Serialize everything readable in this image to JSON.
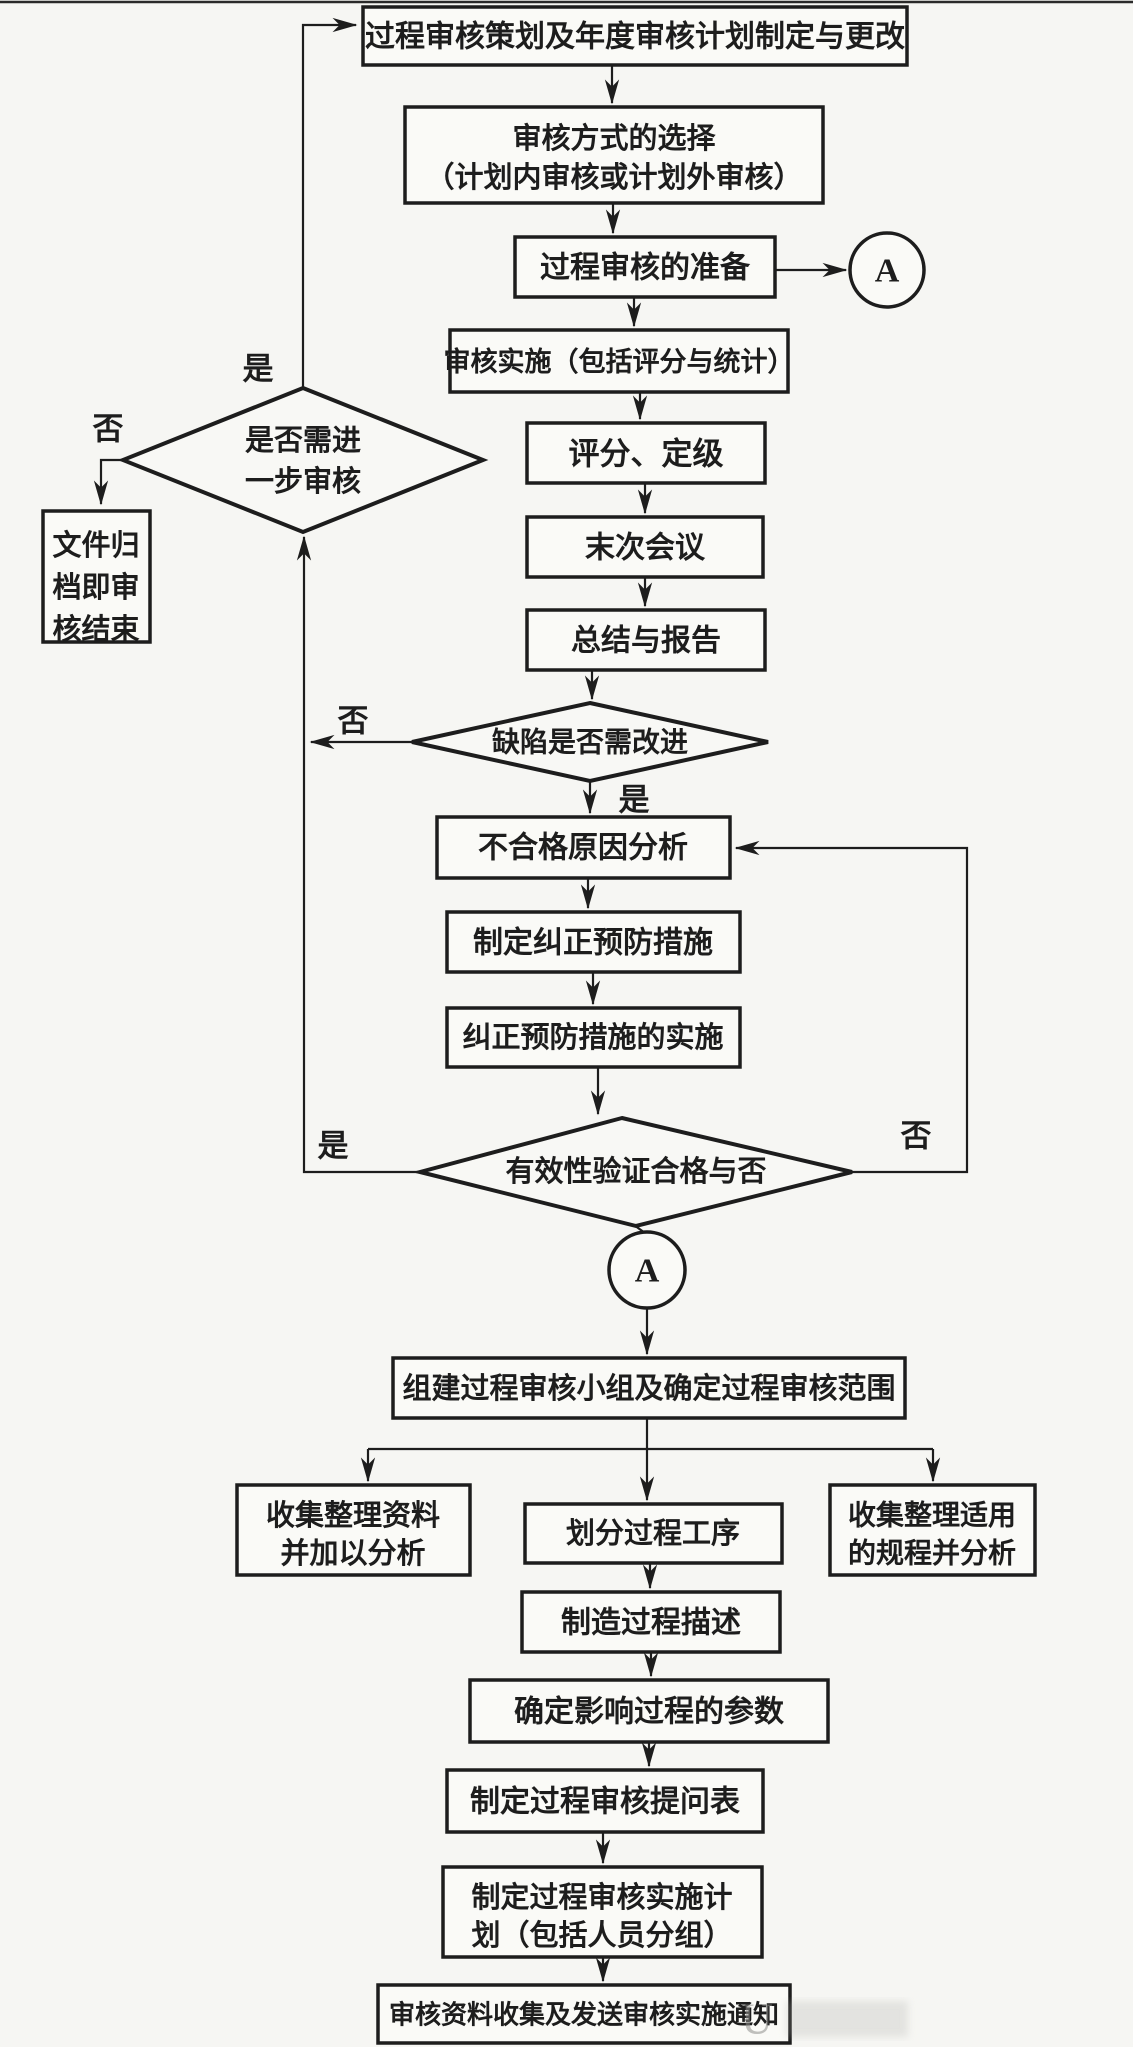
{
  "nodes": {
    "box1": {
      "label": "过程审核策划及年度审核计划制定与更改"
    },
    "box2": {
      "lines": [
        "审核方式的选择",
        "（计划内审核或计划外审核）"
      ]
    },
    "box3": {
      "label": "过程审核的准备"
    },
    "connector_a_top": {
      "label": "A"
    },
    "box4": {
      "label": "审核实施（包括评分与统计）"
    },
    "box5": {
      "label": "评分、定级"
    },
    "box6": {
      "label": "末次会议"
    },
    "box7": {
      "label": "总结与报告"
    },
    "decision_defect": {
      "label": "缺陷是否需改进"
    },
    "box8": {
      "label": "不合格原因分析"
    },
    "box9": {
      "label": "制定纠正预防措施"
    },
    "box10": {
      "label": "纠正预防措施的实施"
    },
    "decision_valid": {
      "label": "有效性验证合格与否"
    },
    "connector_a_bottom": {
      "label": "A"
    },
    "box11": {
      "label": "组建过程审核小组及确定过程审核范围"
    },
    "box12a": {
      "lines": [
        "收集整理资料",
        "并加以分析"
      ]
    },
    "box12b": {
      "label": "划分过程工序"
    },
    "box12c": {
      "lines": [
        "收集整理适用",
        "的规程并分析"
      ]
    },
    "box13": {
      "label": "制造过程描述"
    },
    "box14": {
      "label": "确定影响过程的参数"
    },
    "box15": {
      "label": "制定过程审核提问表"
    },
    "box16": {
      "lines": [
        "制定过程审核实施计",
        "划（包括人员分组）"
      ]
    },
    "box17": {
      "label": "审核资料收集及发送审核实施通知"
    },
    "decision_further": {
      "lines": [
        "是否需进",
        "一步审核"
      ]
    },
    "box_archive": {
      "lines": [
        "文件归",
        "档即审",
        "核结束"
      ]
    }
  },
  "edge_labels": {
    "further_yes": "是",
    "further_no": "否",
    "defect_no": "否",
    "defect_yes": "是",
    "valid_yes": "是",
    "valid_no": "否"
  },
  "edges_semantic": [
    "box1 -> box2 -> box3 -> box4 -> box5 -> box6 -> box7 -> decision_defect",
    "box3 -> connector_a_top",
    "decision_defect --否--> decision_further",
    "decision_defect --是--> box8 -> box9 -> box10 -> decision_valid",
    "decision_valid --是--> decision_further",
    "decision_valid --否--> box8",
    "decision_valid -> connector_a_bottom -> box11 -> (box12a | box12b | box12c)",
    "box12b -> box13 -> box14 -> box15 -> box16 -> box17",
    "decision_further --是--> box1",
    "decision_further --否--> box_archive"
  ],
  "watermark": {
    "text": "U"
  },
  "colors": {
    "ink": "#1d1d1d",
    "background": "#f6f6f3"
  }
}
